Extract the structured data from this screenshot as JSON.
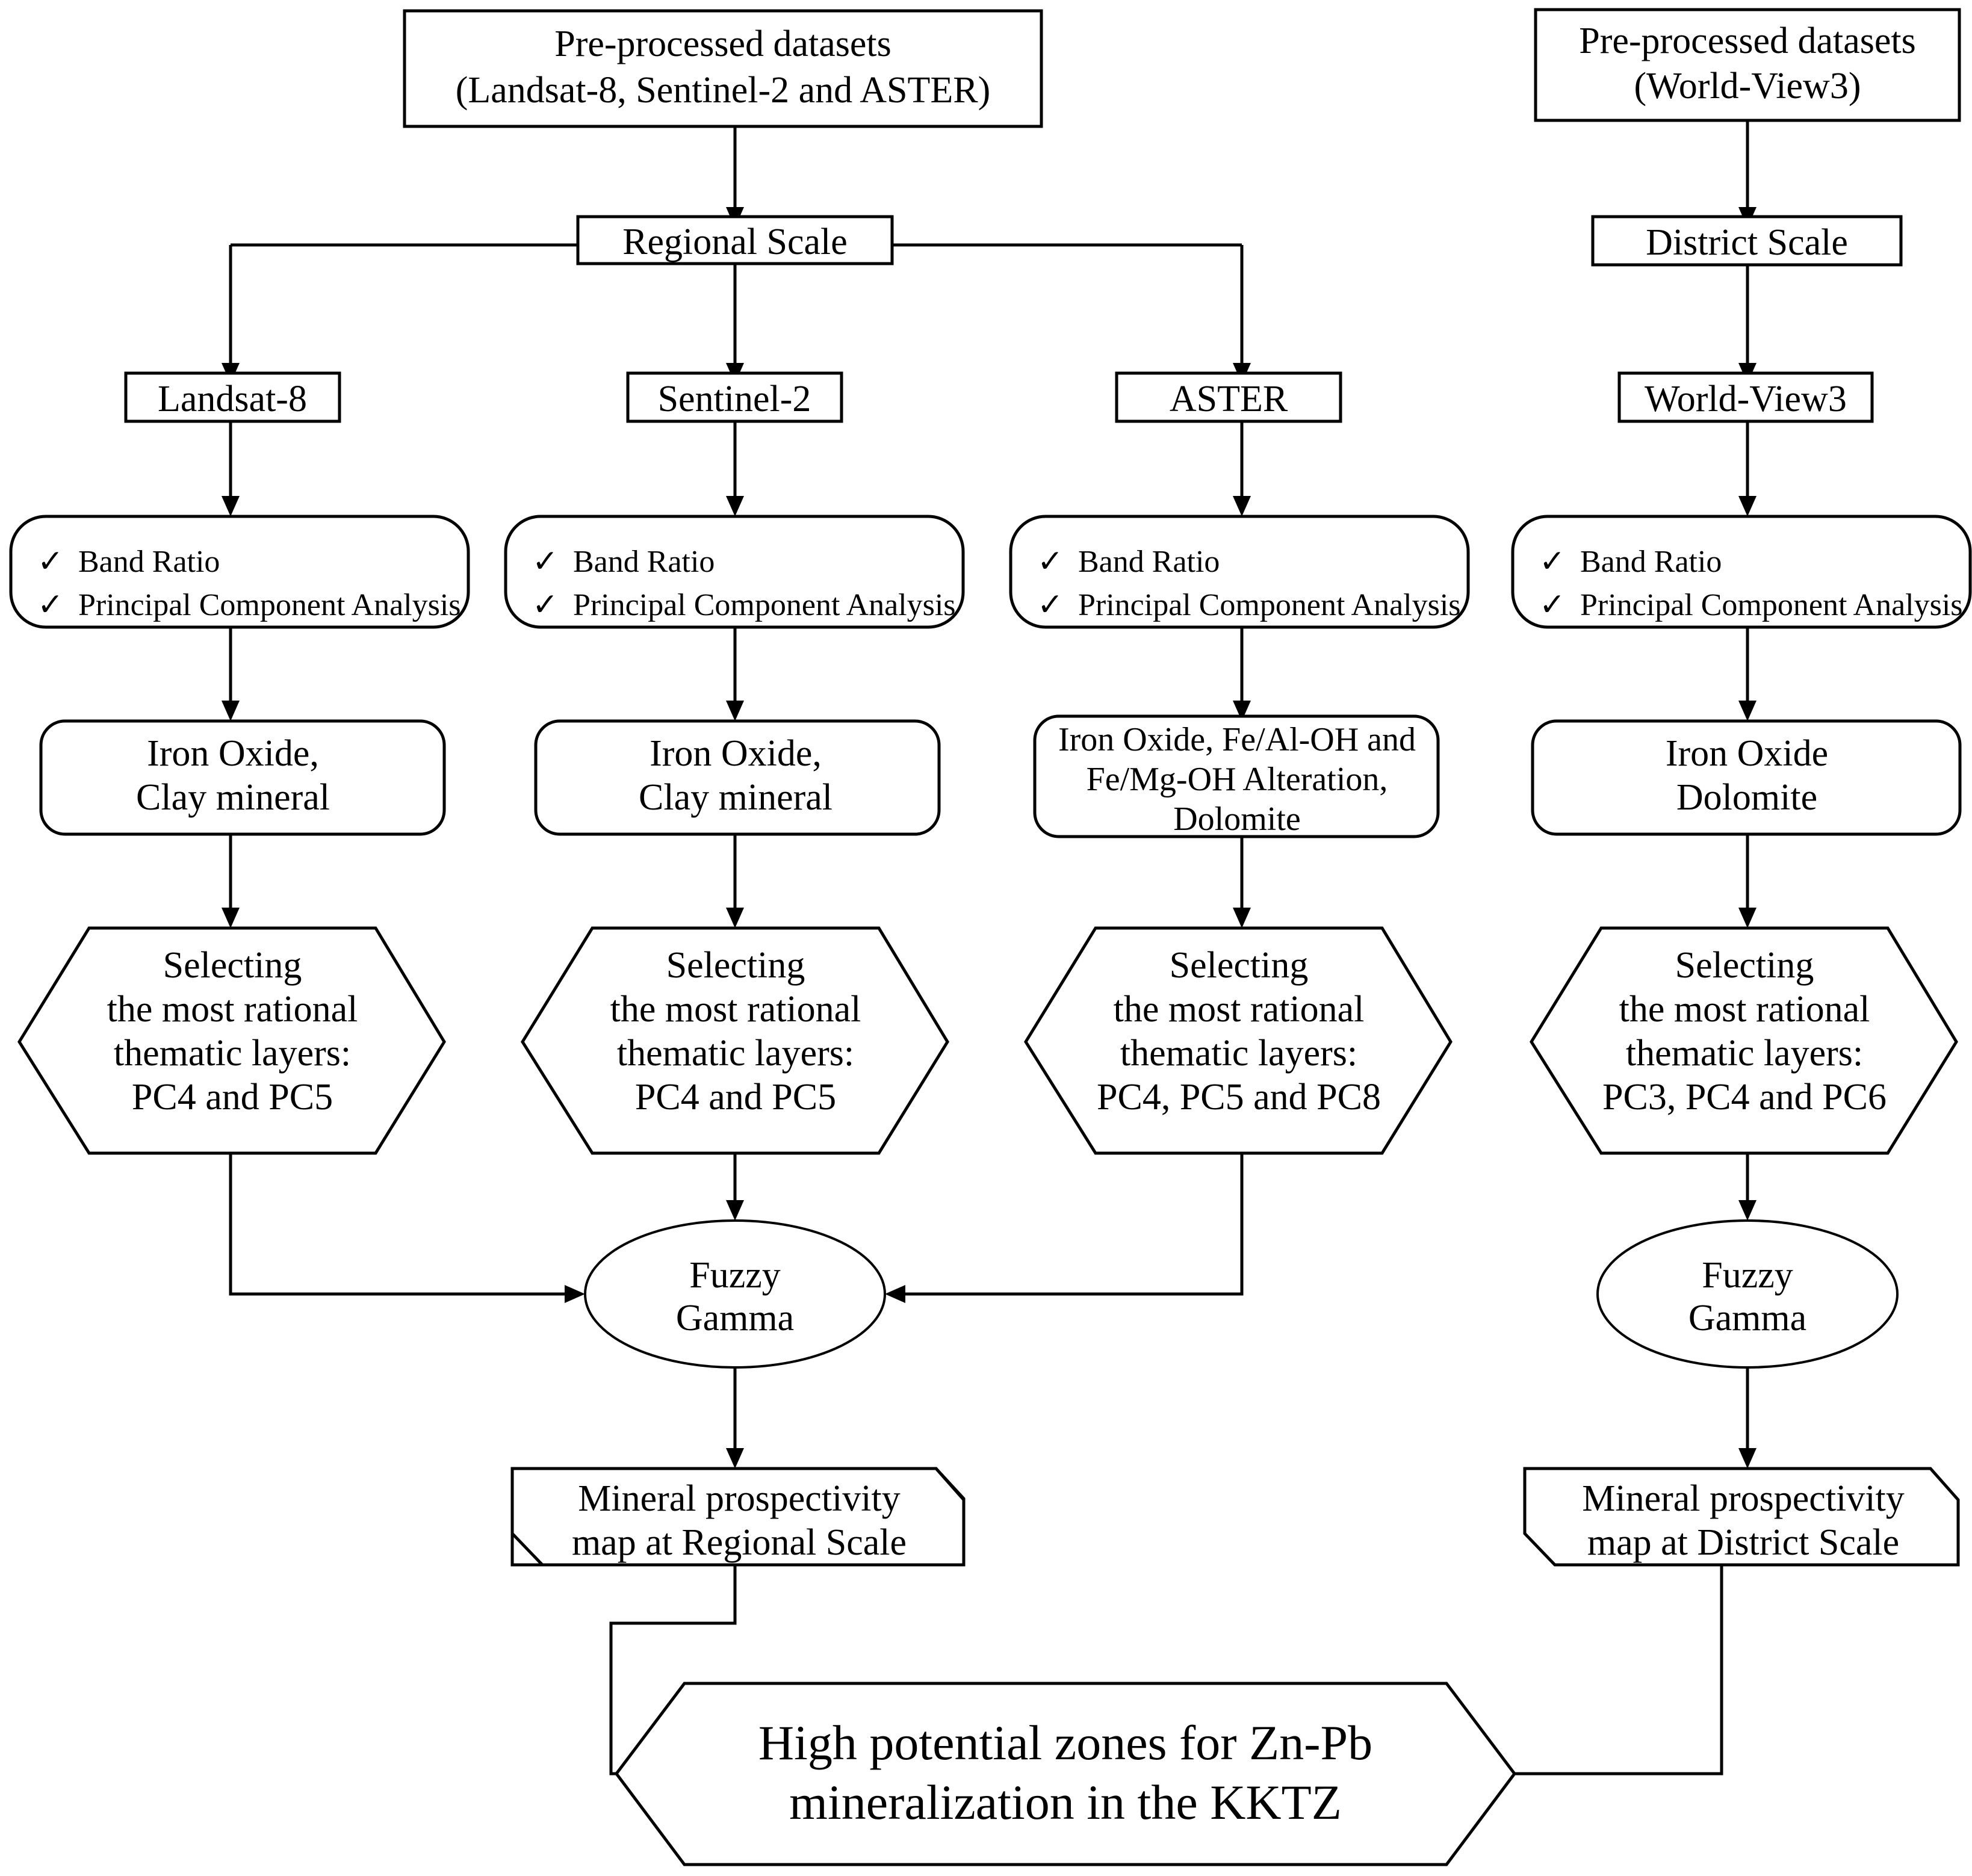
{
  "diagram": {
    "title": "Mineral prospectivity mapping workflow",
    "line_color": "#000000",
    "fill_color": "#ffffff"
  },
  "sources": {
    "regional": {
      "line1": "Pre-processed datasets",
      "line2": "(Landsat-8, Sentinel-2 and ASTER)"
    },
    "district": {
      "line1": "Pre-processed datasets",
      "line2": "(World-View3)"
    }
  },
  "scales": {
    "regional": "Regional Scale",
    "district": "District Scale"
  },
  "sensors": {
    "landsat": "Landsat-8",
    "sentinel": "Sentinel-2",
    "aster": "ASTER",
    "worldview": "World-View3"
  },
  "methods": {
    "check_glyph": "✓",
    "item1": "Band Ratio",
    "item2": "Principal Component Analysis"
  },
  "products": {
    "landsat": {
      "line1": "Iron Oxide,",
      "line2": "Clay mineral"
    },
    "sentinel": {
      "line1": "Iron Oxide,",
      "line2": "Clay mineral"
    },
    "aster": {
      "line1": "Iron Oxide, Fe/Al-OH and",
      "line2": "Fe/Mg-OH Alteration,",
      "line3": "Dolomite"
    },
    "worldview": {
      "line1": "Iron Oxide",
      "line2": "Dolomite"
    }
  },
  "selection": {
    "line1": "Selecting",
    "line2": "the most rational",
    "line3": "thematic layers:",
    "landsat_layers": "PC4 and PC5",
    "sentinel_layers": "PC4 and PC5",
    "aster_layers": "PC4, PC5 and PC8",
    "worldview_layers": "PC3, PC4 and PC6"
  },
  "fuzzy": {
    "line1": "Fuzzy",
    "line2": "Gamma"
  },
  "maps": {
    "regional": {
      "line1": "Mineral prospectivity",
      "line2": "map at Regional Scale"
    },
    "district": {
      "line1": "Mineral prospectivity",
      "line2": "map at District Scale"
    }
  },
  "final": {
    "line1": "High potential zones for Zn-Pb",
    "line2": "mineralization in the KKTZ"
  }
}
